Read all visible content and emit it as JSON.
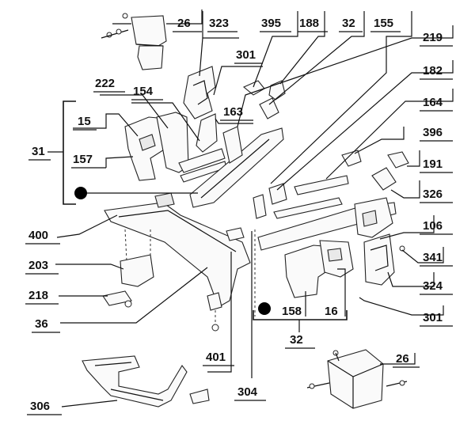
{
  "diagram": {
    "labels": {
      "l26_top": "26",
      "l323": "323",
      "l395": "395",
      "l188": "188",
      "l32_top": "32",
      "l155": "155",
      "l219": "219",
      "l301_top": "301",
      "l182": "182",
      "l222": "222",
      "l154": "154",
      "l164": "164",
      "l163": "163",
      "l15": "15",
      "l396": "396",
      "l31": "31",
      "l157": "157",
      "l191": "191",
      "l326": "326",
      "l400": "400",
      "l106": "106",
      "l203": "203",
      "l341": "341",
      "l324": "324",
      "l218": "218",
      "l36": "36",
      "l158": "158",
      "l16": "16",
      "l301_bot": "301",
      "l32_bot": "32",
      "l401": "401",
      "l26_bot": "26",
      "l304": "304",
      "l306": "306"
    }
  }
}
